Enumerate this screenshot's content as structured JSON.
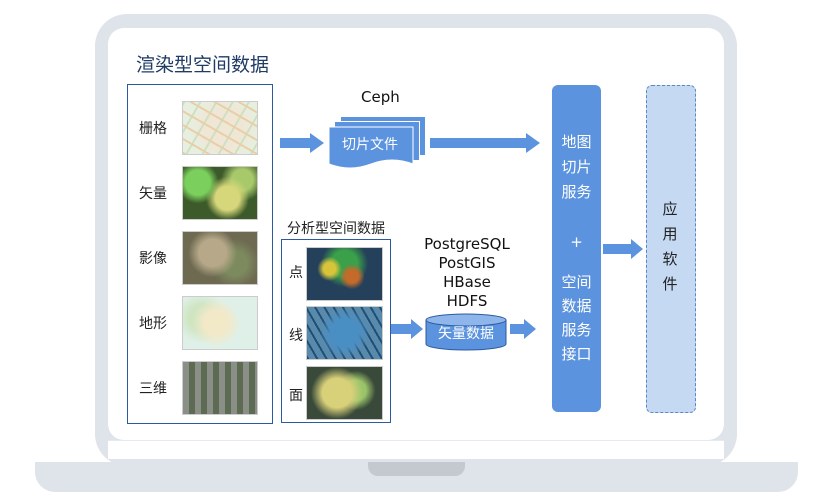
{
  "title": "渲染型空间数据",
  "render_types": [
    "栅格",
    "矢量",
    "影像",
    "地形",
    "三维"
  ],
  "analysis": {
    "title": "分析型空间数据",
    "items": [
      "点",
      "线",
      "面"
    ]
  },
  "tiles": {
    "store": "Ceph",
    "label": "切片文件"
  },
  "vector_store": {
    "techs": [
      "PostgreSQL",
      "PostGIS",
      "HBase",
      "HDFS"
    ],
    "label": "矢量数据"
  },
  "services": {
    "map_tile": [
      "地图",
      "切片",
      "服务"
    ],
    "plus": "+",
    "spatial": [
      "空间",
      "数据",
      "服务",
      "接口"
    ]
  },
  "app": [
    "应",
    "用",
    "软",
    "件"
  ],
  "colors": {
    "accent": "#5b93de",
    "border": "#2c5aa0",
    "app_fill": "#c5d9f3"
  }
}
